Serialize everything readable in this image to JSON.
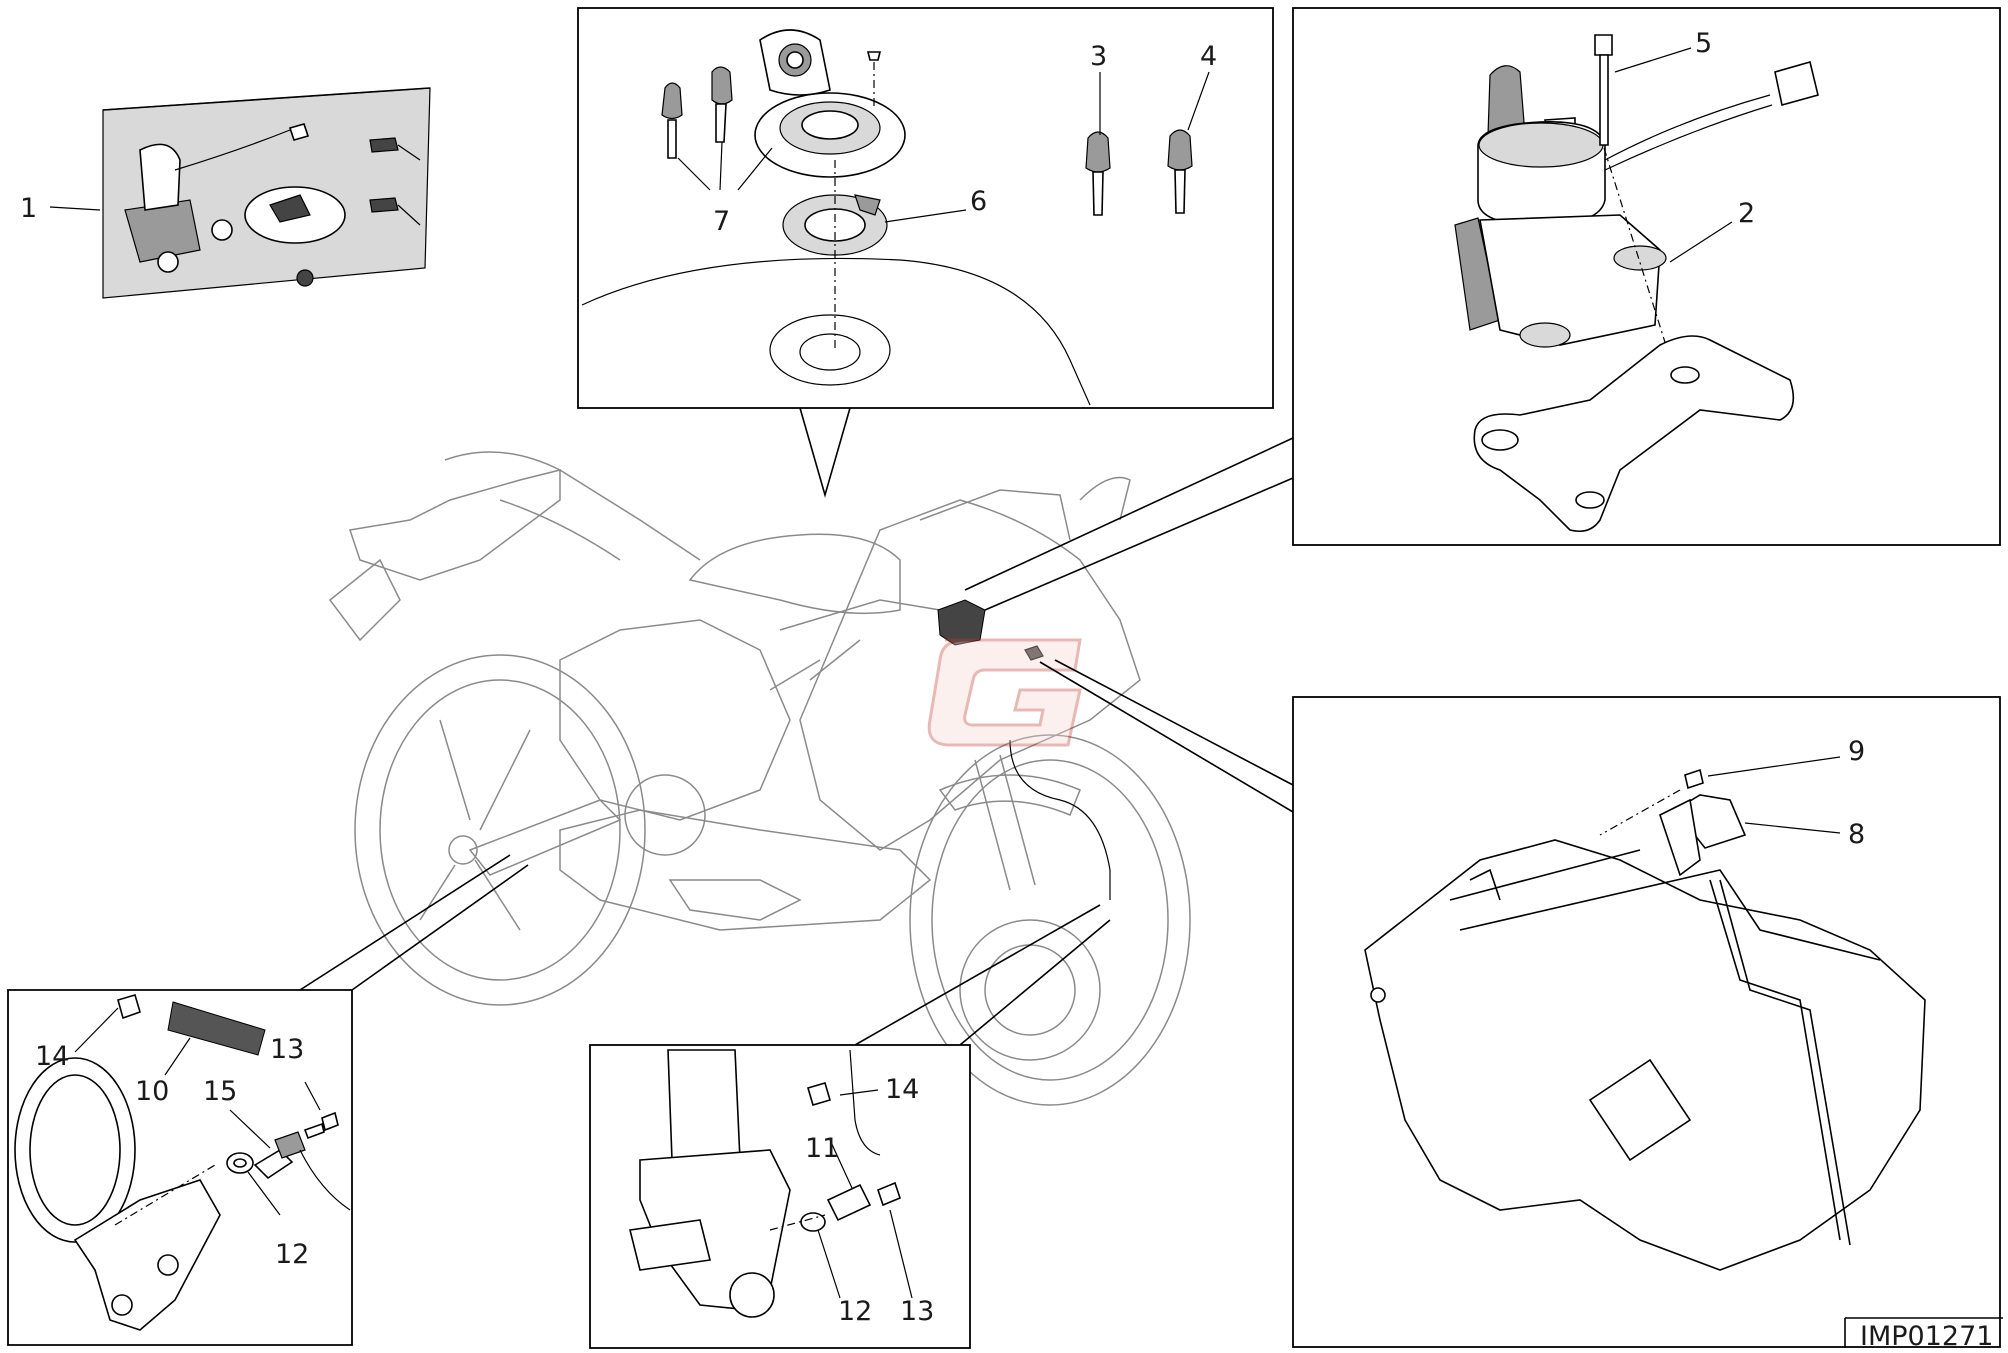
{
  "diagram": {
    "code": "IMP01271",
    "callouts": {
      "c1": "1",
      "c2": "2",
      "c3": "3",
      "c4": "4",
      "c5": "5",
      "c6": "6",
      "c7": "7",
      "c8": "8",
      "c9": "9",
      "c10": "10",
      "c11": "11",
      "c12a": "12",
      "c12b": "12",
      "c13a": "13",
      "c13b": "13",
      "c14a": "14",
      "c14b": "14",
      "c15": "15"
    },
    "colors": {
      "ink": "#000000",
      "watermark": "#c0392b"
    }
  }
}
